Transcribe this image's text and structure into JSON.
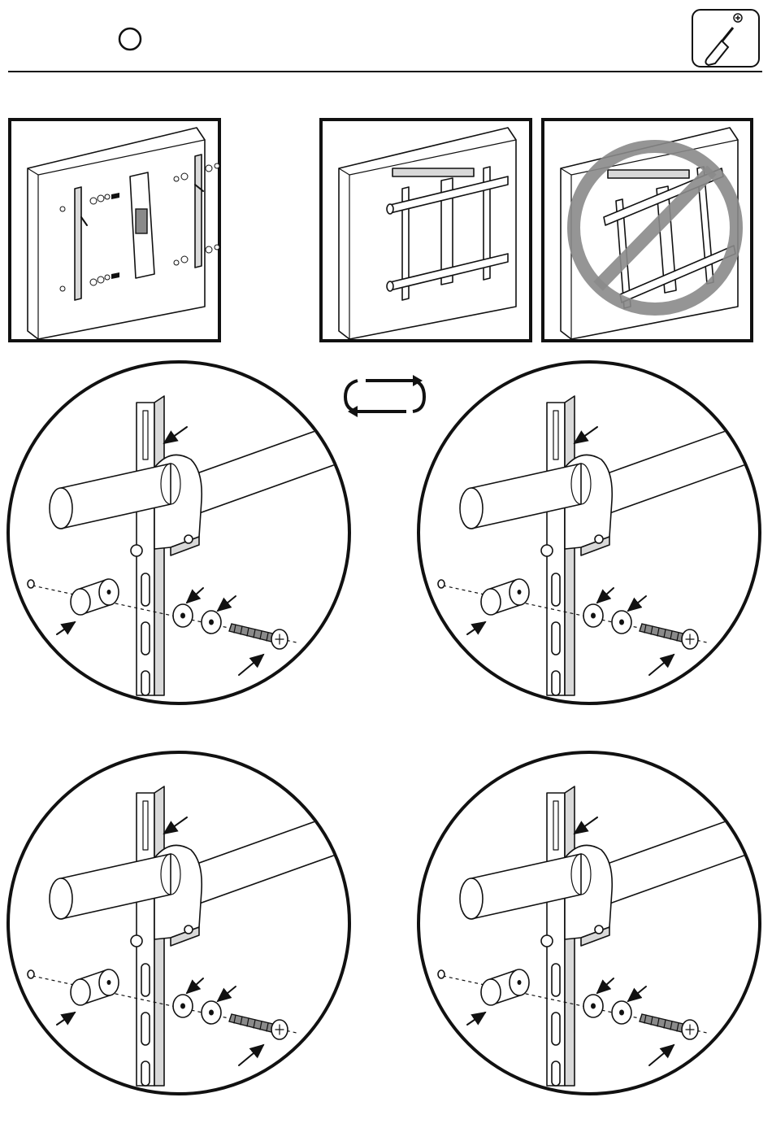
{
  "header": {
    "step_marker_icon": "circle-outline-icon",
    "tool_icon": "phillips-screwdriver-icon"
  },
  "overview_panels": [
    {
      "name": "tv-back-exploded",
      "kind": "exploded"
    },
    {
      "name": "tv-back-assembled-correct",
      "kind": "correct"
    },
    {
      "name": "tv-back-assembled-incorrect",
      "kind": "prohibited"
    }
  ],
  "swap_icon": "rotate-arrows-icon",
  "detail_views": [
    {
      "name": "detail-top-left",
      "variant": "spacer-center"
    },
    {
      "name": "detail-top-right",
      "variant": "spacer-center"
    },
    {
      "name": "detail-bottom-left",
      "variant": "spacer-low"
    },
    {
      "name": "detail-bottom-right",
      "variant": "spacer-low"
    }
  ],
  "colors": {
    "line": "#111111",
    "fill_light": "#d9d9d9",
    "fill_mid": "#8a8a8a",
    "prohibit": "#8a8a8a",
    "background": "#ffffff"
  }
}
